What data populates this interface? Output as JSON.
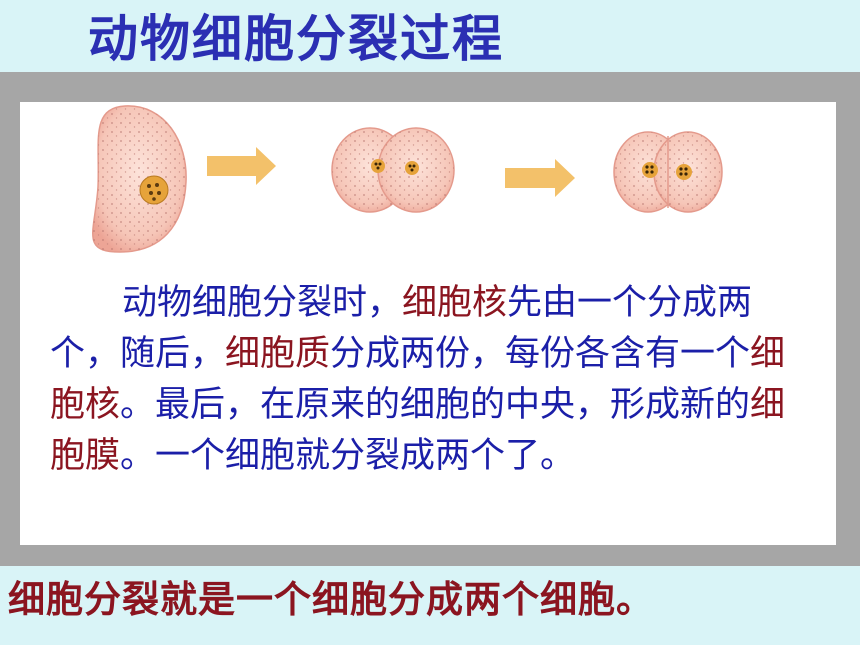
{
  "title": "动物细胞分裂过程",
  "paragraph": [
    {
      "text": "动物细胞分裂时，",
      "highlight": false
    },
    {
      "text": "细胞核",
      "highlight": true
    },
    {
      "text": "先由一个分成两个，随后，",
      "highlight": false
    },
    {
      "text": "细胞质",
      "highlight": true
    },
    {
      "text": "分成两份，每份各含有一个",
      "highlight": false
    },
    {
      "text": "细胞核",
      "highlight": true
    },
    {
      "text": "。最后，在原来的细胞的中央，形成新的",
      "highlight": false
    },
    {
      "text": "细胞膜",
      "highlight": true
    },
    {
      "text": "。一个细胞就分裂成两个了。",
      "highlight": false
    }
  ],
  "conclusion": "细胞分裂就是一个细胞分成两个细胞。",
  "colors": {
    "background": "#d9f4f7",
    "title": "#2b2fb3",
    "body_text": "#1b1fa8",
    "highlight": "#8b1520",
    "frame": "#a6a6a6",
    "cell_fill": "#f6c6b8",
    "nucleus": "#e0a030",
    "arrow": "#f3c16a"
  },
  "figure": {
    "stages": [
      "cell-single",
      "cell-dividing",
      "cell-divided"
    ],
    "arrows": 2
  }
}
